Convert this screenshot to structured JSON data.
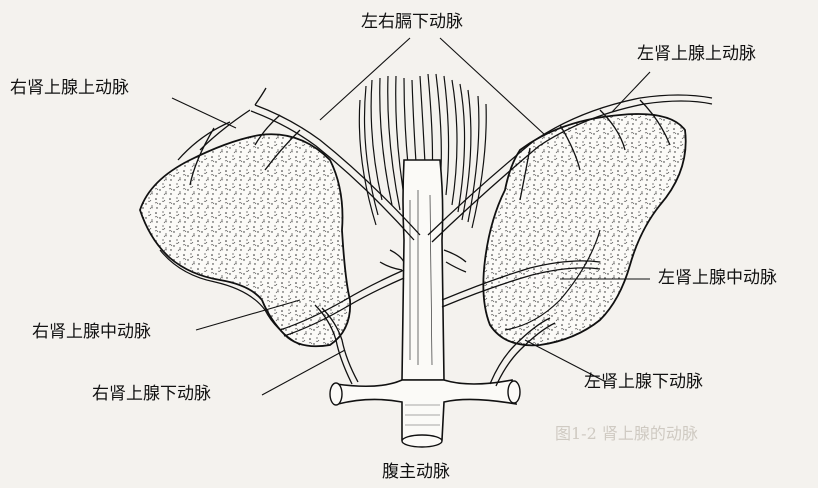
{
  "figure": {
    "labels": {
      "diaphragm": "左右膈下动脉",
      "right_superior": "右肾上腺上动脉",
      "left_superior": "左肾上腺上动脉",
      "left_middle": "左肾上腺中动脉",
      "right_middle": "右肾上腺中动脉",
      "right_inferior": "右肾上腺下动脉",
      "left_inferior": "左肾上腺下动脉",
      "aorta": "腹主动脉"
    },
    "bleed_through_text": "图1-2 肾上腺的动脉"
  }
}
